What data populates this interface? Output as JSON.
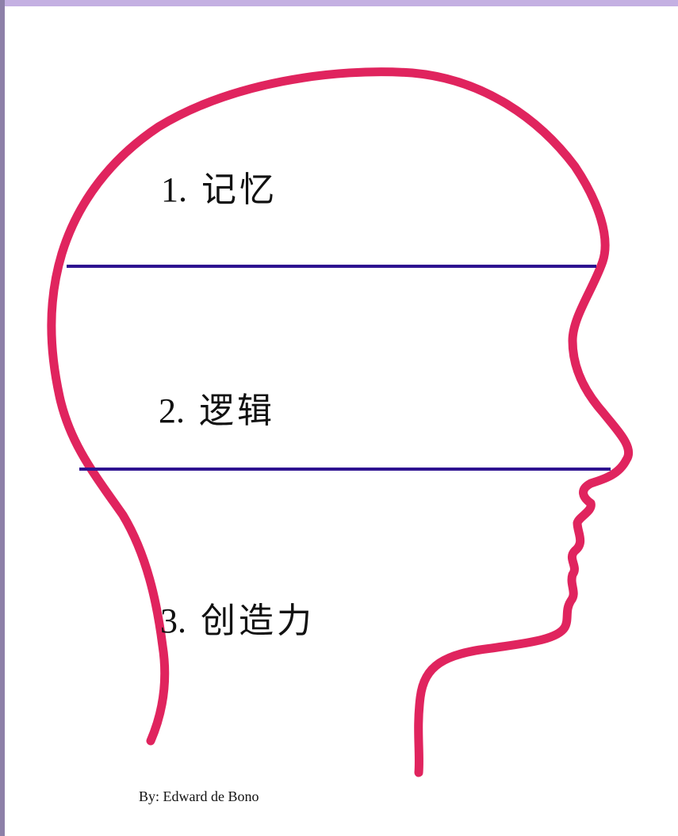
{
  "zones": [
    {
      "number": "1.",
      "text": "记忆"
    },
    {
      "number": "2.",
      "text": "逻辑"
    },
    {
      "number": "3.",
      "text": "创造力"
    }
  ],
  "caption": "By: Edward de Bono",
  "colors": {
    "outline": "#e0245e",
    "divider": "#2e1290",
    "top_border": "#c4b0e2",
    "left_border": "#8d80a8"
  }
}
